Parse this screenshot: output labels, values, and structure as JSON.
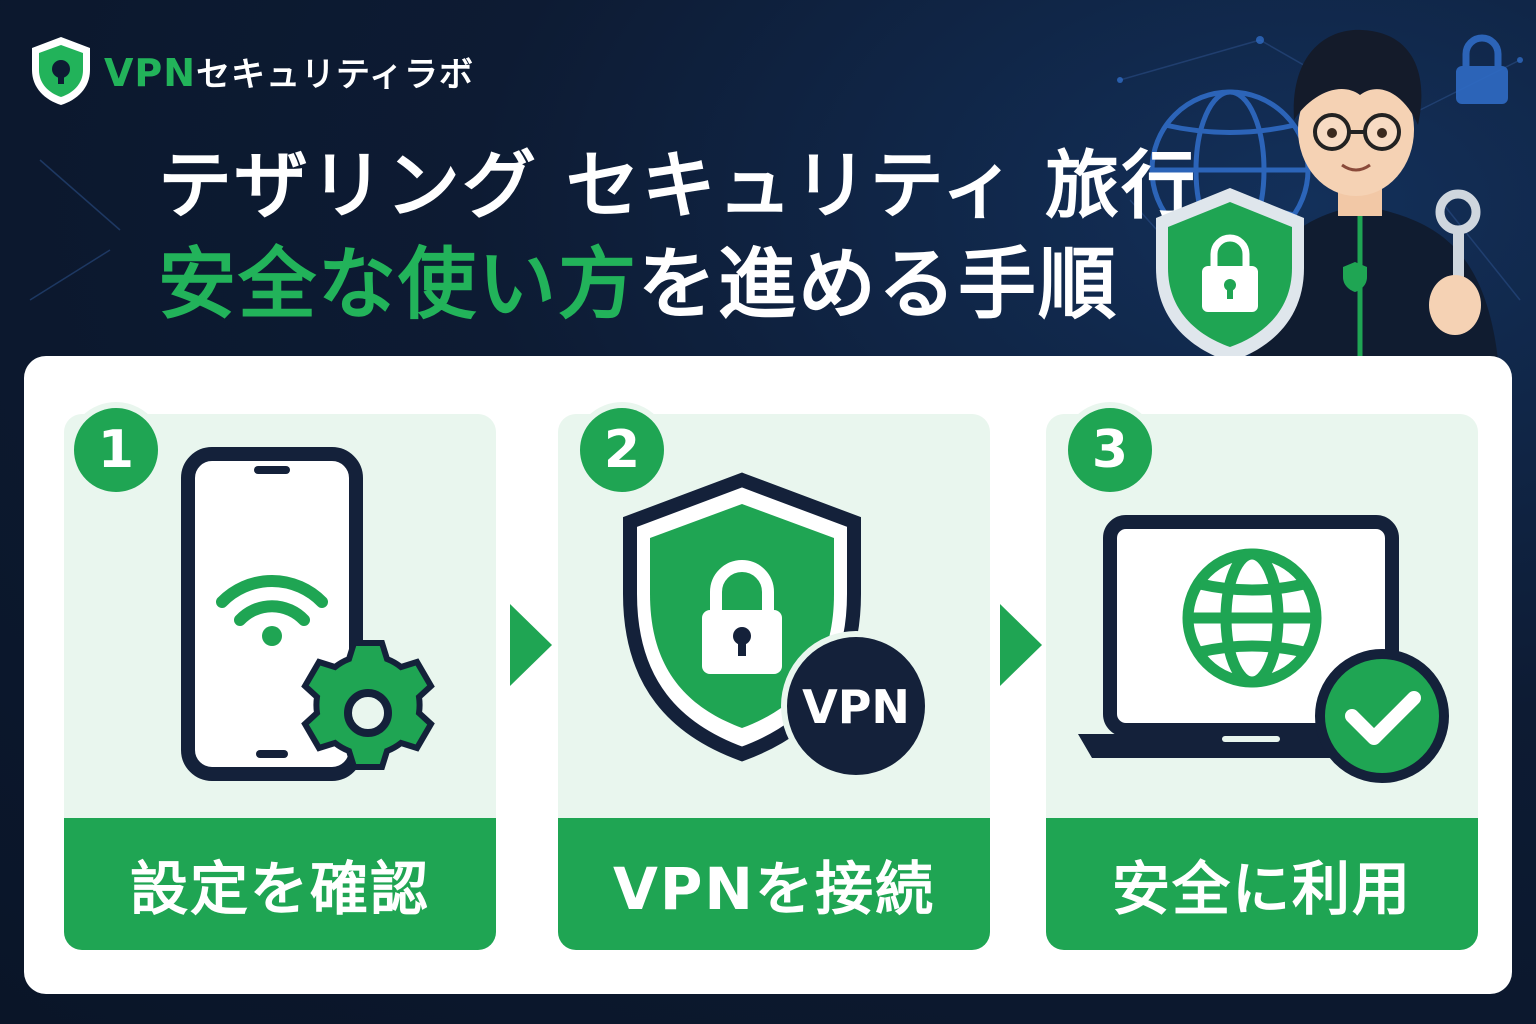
{
  "brand": {
    "vpn": "VPN",
    "rest": "セキュリティラボ"
  },
  "title": {
    "line1": "テザリング セキュリティ 旅行",
    "line2_green": "安全な使い方",
    "line2_white": "を進める手順"
  },
  "steps": [
    {
      "number": "1",
      "label": "設定を確認"
    },
    {
      "number": "2",
      "label": "VPNを接続"
    },
    {
      "number": "3",
      "label": "安全に利用"
    }
  ],
  "vpn_badge": "VPN",
  "colors": {
    "accent": "#1fa553",
    "navy": "#0d1b33",
    "card": "#e9f6ee"
  },
  "icons": [
    "shield-lock-icon",
    "smartphone-wifi-icon",
    "gear-icon",
    "vpn-shield-icon",
    "laptop-globe-icon",
    "checkmark-icon",
    "padlock-icon",
    "key-icon"
  ]
}
